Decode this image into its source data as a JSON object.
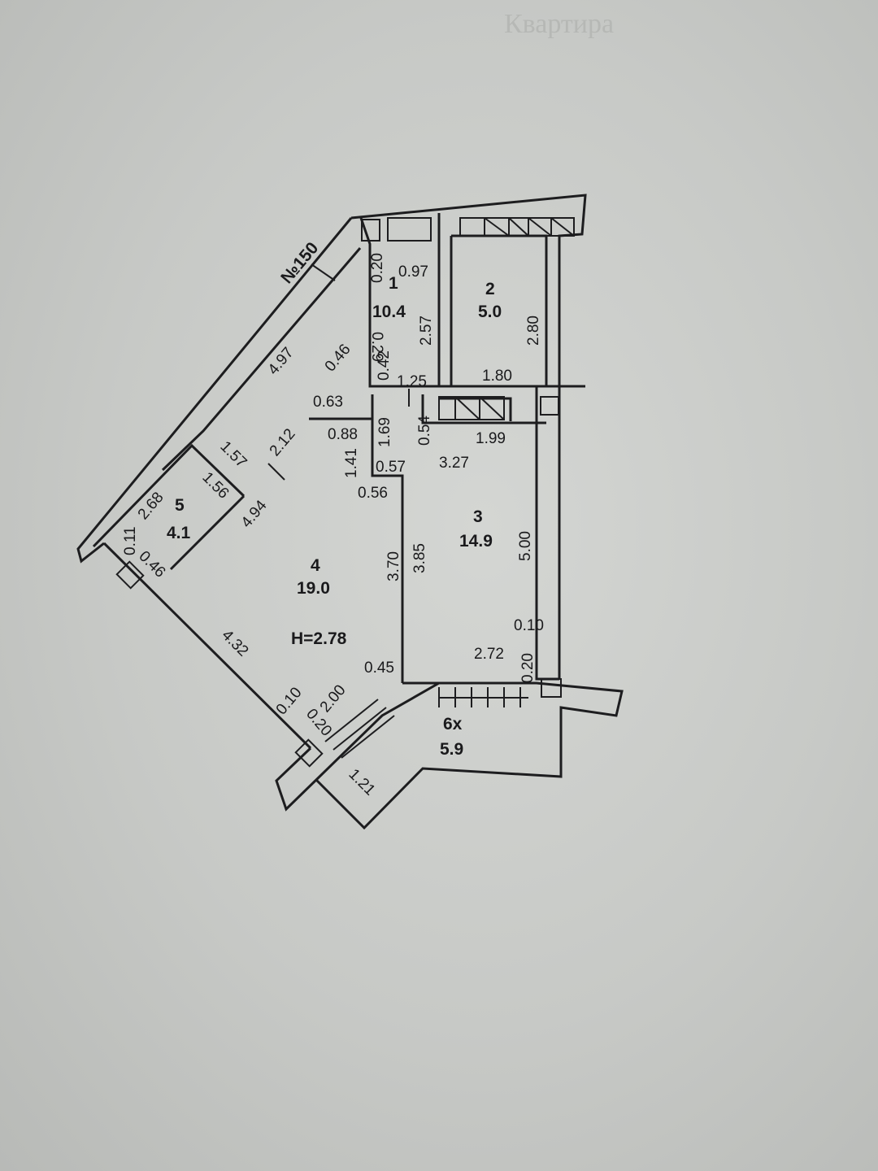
{
  "header_faint": "Квартира",
  "building": "№150",
  "ceiling_height": "H=2.78",
  "rooms": [
    {
      "id": "room-1",
      "number": "1",
      "area": "10.4"
    },
    {
      "id": "room-2",
      "number": "2",
      "area": "5.0"
    },
    {
      "id": "room-3",
      "number": "3",
      "area": "14.9"
    },
    {
      "id": "room-4",
      "number": "4",
      "area": "19.0"
    },
    {
      "id": "room-5",
      "number": "5",
      "area": "4.1"
    },
    {
      "id": "room-6",
      "number": "6х",
      "area": "5.9"
    }
  ],
  "dimensions": [
    "0.20",
    "0.97",
    "2.57",
    "2.80",
    "1.80",
    "1.25",
    "0.42",
    "0.46",
    "0.29",
    "4.97",
    "0.63",
    "0.88",
    "1.69",
    "0.54",
    "1.99",
    "1.41",
    "0.57",
    "3.27",
    "2.12",
    "1.57",
    "1.56",
    "2.68",
    "0.56",
    "4.94",
    "0.11",
    "0.46",
    "3.70",
    "3.85",
    "5.00",
    "0.10",
    "0.20",
    "2.72",
    "0.45",
    "4.32",
    "2.00",
    "0.10",
    "0.20",
    "1.21"
  ]
}
